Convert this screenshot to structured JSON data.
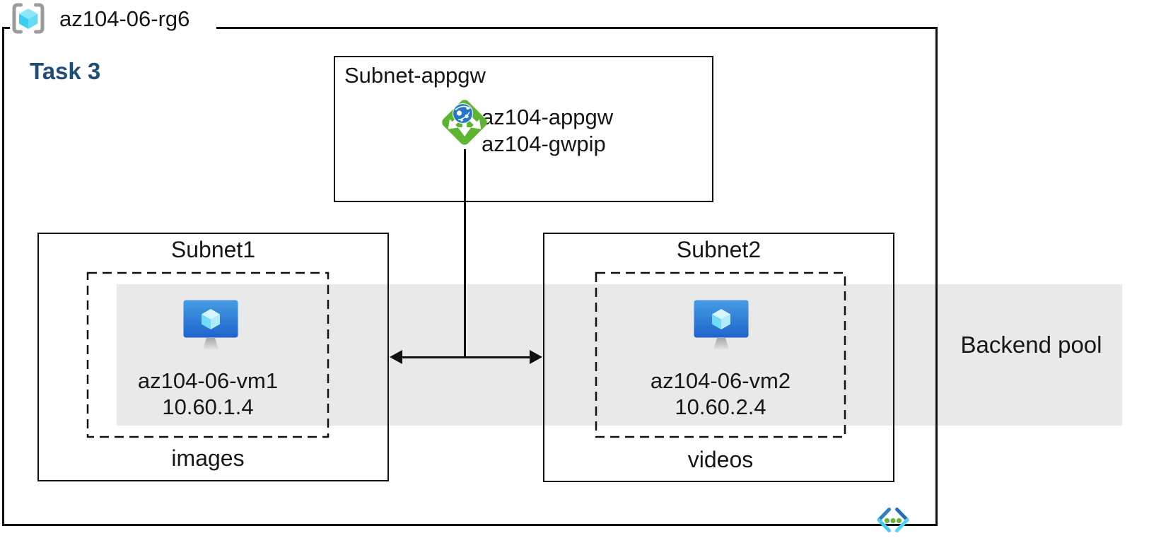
{
  "resource_group": {
    "name": "az104-06-rg6",
    "task_label": "Task 3"
  },
  "appgw_subnet": {
    "title": "Subnet-appgw",
    "gateway_name": "az104-appgw",
    "gateway_pip": "az104-gwpip"
  },
  "subnet1": {
    "title": "Subnet1",
    "vm_name": "az104-06-vm1",
    "vm_ip": "10.60.1.4",
    "storage_label": "images"
  },
  "subnet2": {
    "title": "Subnet2",
    "vm_name": "az104-06-vm2",
    "vm_ip": "10.60.2.4",
    "storage_label": "videos"
  },
  "backend_pool_label": "Backend pool",
  "icons": {
    "resource_group": "resource-group-icon",
    "application_gateway": "application-gateway-icon",
    "virtual_machine": "virtual-machine-icon",
    "virtual_network": "virtual-network-icon"
  },
  "colors": {
    "task_text": "#1F4E79",
    "backend_band": "#E9E9E9",
    "line_black": "#111111",
    "appgw_green": "#5CB431",
    "globe_blue": "#2377C9",
    "vm_monitor_top": "#469DE3",
    "vm_monitor_bottom": "#1E63CD",
    "cube_cyan": "#6FDCF8",
    "rg_bracket_gray": "#9B9B9B",
    "vnet_blue": "#2E7FC2",
    "vnet_cyan": "#4CC9F2",
    "vnet_dot_green": "#6CB43C"
  }
}
